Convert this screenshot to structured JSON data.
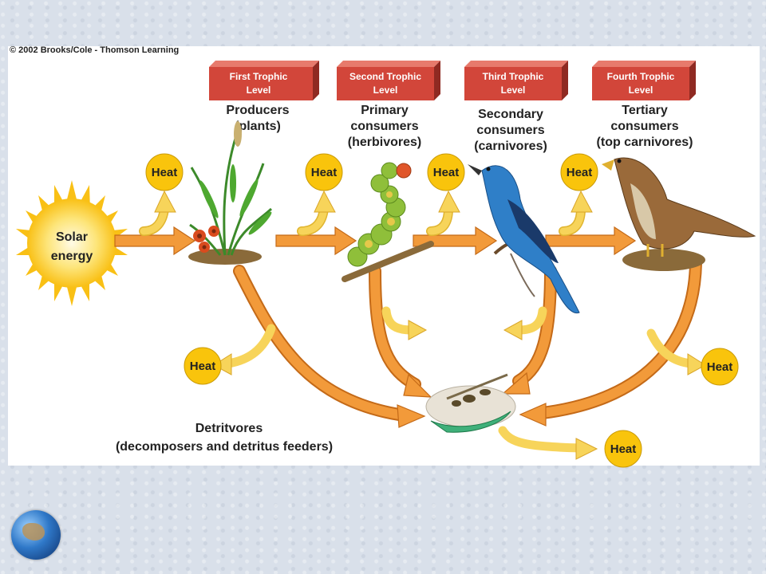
{
  "copyright": "© 2002 Brooks/Cole - Thomson Learning",
  "trophic_levels": [
    {
      "box": [
        "First Trophic",
        "Level"
      ],
      "label": [
        "Producers",
        "(plants)"
      ]
    },
    {
      "box": [
        "Second Trophic",
        "Level"
      ],
      "label": [
        "Primary",
        "consumers",
        "(herbivores)"
      ]
    },
    {
      "box": [
        "Third Trophic",
        "Level"
      ],
      "label": [
        "Secondary",
        "consumers",
        "(carnivores)"
      ]
    },
    {
      "box": [
        "Fourth Trophic",
        "Level"
      ],
      "label": [
        "Tertiary",
        "consumers",
        "(top carnivores)"
      ]
    }
  ],
  "solar": [
    "Solar",
    "energy"
  ],
  "heat_label": "Heat",
  "detritivores": [
    "Detritvores",
    "(decomposers and detritus feeders)"
  ],
  "colors": {
    "box_red": "#d2463a",
    "box_top": "#e77a6c",
    "box_side": "#8f2a22",
    "arrow_orange": "#f29a3a",
    "arrow_outline": "#c46a18",
    "heat_arrow": "#f7d45a",
    "heat_circle": "#f9c40c",
    "sun": "#fbd12e"
  },
  "icons": [
    "sun-icon",
    "plant-icon",
    "caterpillar-icon",
    "bird-icon",
    "hawk-icon",
    "detritivore-icon",
    "globe-icon"
  ]
}
